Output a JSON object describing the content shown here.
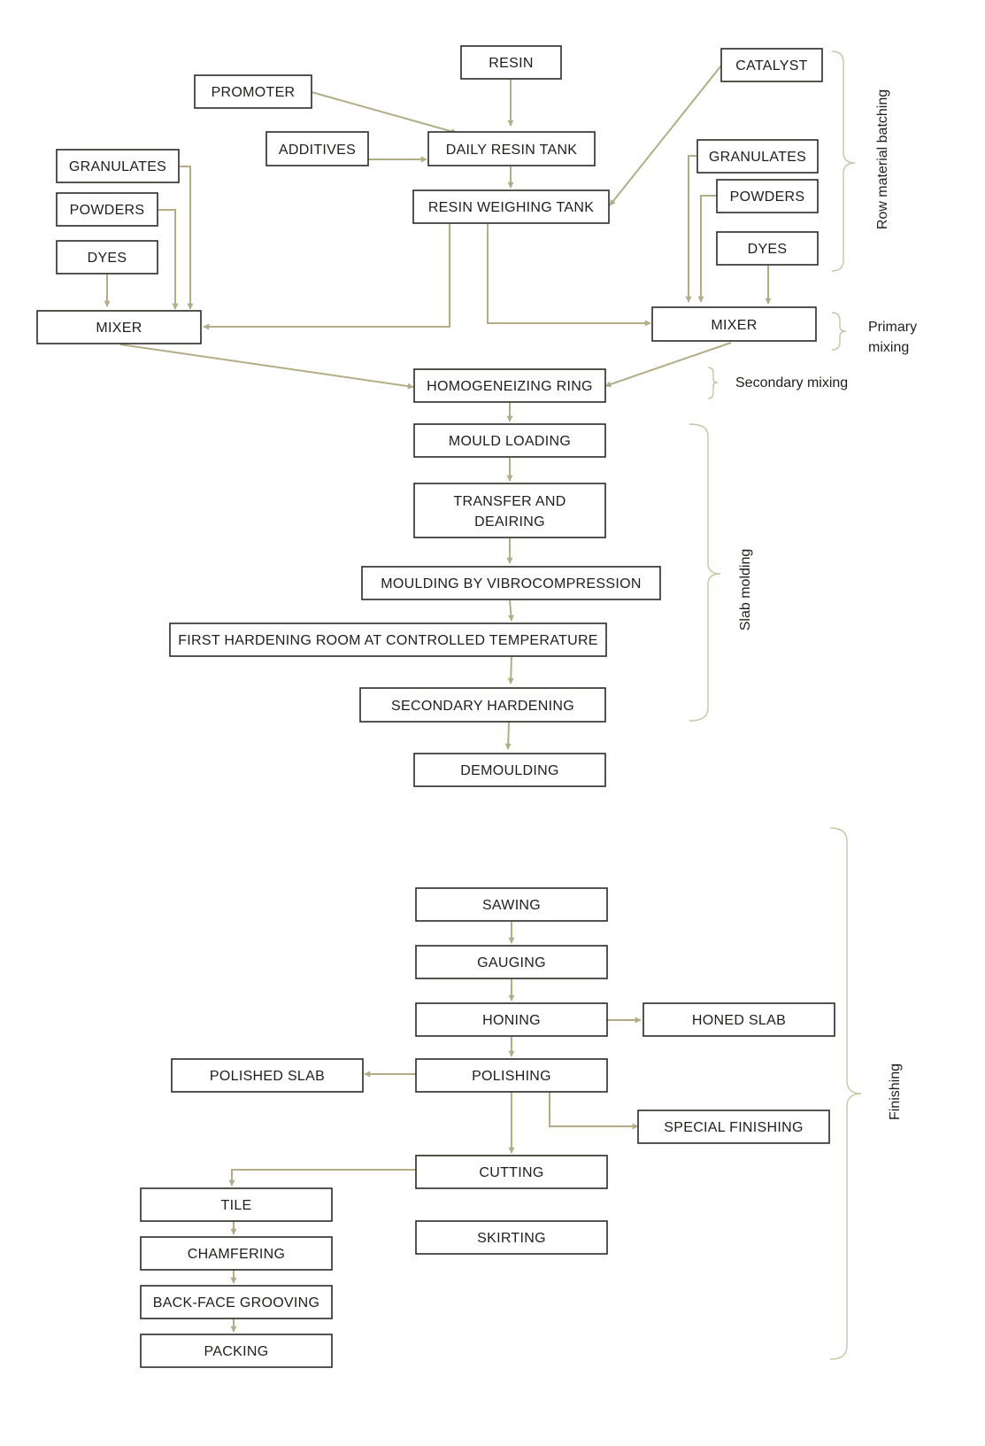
{
  "colors": {
    "arrow": "#b3ad86",
    "box_border": "#2b2a24",
    "brace": "#c9c4a6",
    "text": "#1f1e1a"
  },
  "nodes": {
    "resin": "RESIN",
    "promoter": "PROMOTER",
    "catalyst": "CATALYST",
    "additives": "ADDITIVES",
    "daily_resin_tank": "DAILY RESIN TANK",
    "resin_weighing_tank": "RESIN WEIGHING TANK",
    "granulates_left": "GRANULATES",
    "powders_left": "POWDERS",
    "dyes_left": "DYES",
    "granulates_right": "GRANULATES",
    "powders_right": "POWDERS",
    "dyes_right": "DYES",
    "mixer_left": "MIXER",
    "mixer_right": "MIXER",
    "homogeneizing_ring": "HOMOGENEIZING RING",
    "mould_loading": "MOULD LOADING",
    "transfer_line1": "TRANSFER AND",
    "transfer_line2": "DEAIRING",
    "moulding": "MOULDING BY VIBROCOMPRESSION",
    "first_hardening": "FIRST HARDENING ROOM AT CONTROLLED TEMPERATURE",
    "secondary_hardening": "SECONDARY HARDENING",
    "demoulding": "DEMOULDING",
    "sawing": "SAWING",
    "gauging": "GAUGING",
    "honing": "HONING",
    "honed_slab": "HONED SLAB",
    "polishing": "POLISHING",
    "polished_slab": "POLISHED SLAB",
    "special_finishing": "SPECIAL FINISHING",
    "cutting": "CUTTING",
    "tile": "TILE",
    "skirting": "SKIRTING",
    "chamfering": "CHAMFERING",
    "back_face_grooving": "BACK-FACE GROOVING",
    "packing": "PACKING"
  },
  "groups": {
    "raw_material_batching": "Row material batching",
    "primary_mixing_line1": "Primary",
    "primary_mixing_line2": "mixing",
    "secondary_mixing": "Secondary mixing",
    "slab_molding": "Slab molding",
    "finishing": "Finishing"
  }
}
